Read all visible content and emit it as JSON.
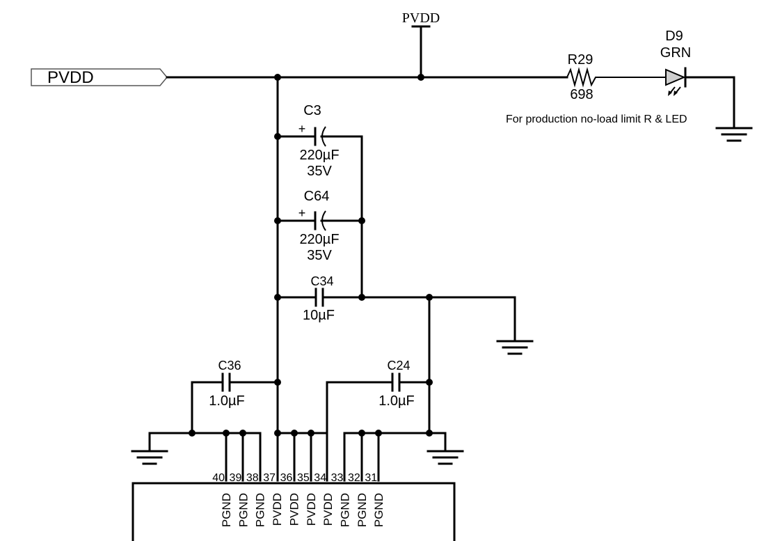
{
  "labels": {
    "pvdd_port": "PVDD",
    "pvdd_supply": "PVDD",
    "r29_ref": "R29",
    "r29_value": "698",
    "d9_ref": "D9",
    "d9_color": "GRN",
    "production_note": "For production no-load limit R & LED",
    "c3_ref": "C3",
    "c3_value": "220µF",
    "c3_voltage": "35V",
    "c64_ref": "C64",
    "c64_value": "220µF",
    "c64_voltage": "35V",
    "polarity_plus": "+",
    "c34_ref": "C34",
    "c34_value": "10µF",
    "c36_ref": "C36",
    "c36_value": "1.0µF",
    "c24_ref": "C24",
    "c24_value": "1.0µF"
  },
  "ic_pins": [
    {
      "number": "40",
      "name": "PGND"
    },
    {
      "number": "39",
      "name": "PGND"
    },
    {
      "number": "38",
      "name": "PGND"
    },
    {
      "number": "37",
      "name": "PVDD"
    },
    {
      "number": "36",
      "name": "PVDD"
    },
    {
      "number": "35",
      "name": "PVDD"
    },
    {
      "number": "34",
      "name": "PVDD"
    },
    {
      "number": "33",
      "name": "PGND"
    },
    {
      "number": "32",
      "name": "PGND"
    },
    {
      "number": "31",
      "name": "PGND"
    }
  ],
  "icons": {
    "ground": "ground-icon",
    "resistor": "resistor-icon",
    "led": "led-icon",
    "capacitor": "capacitor-icon",
    "polarized_capacitor": "polarized-capacitor-icon",
    "port": "port-icon"
  }
}
